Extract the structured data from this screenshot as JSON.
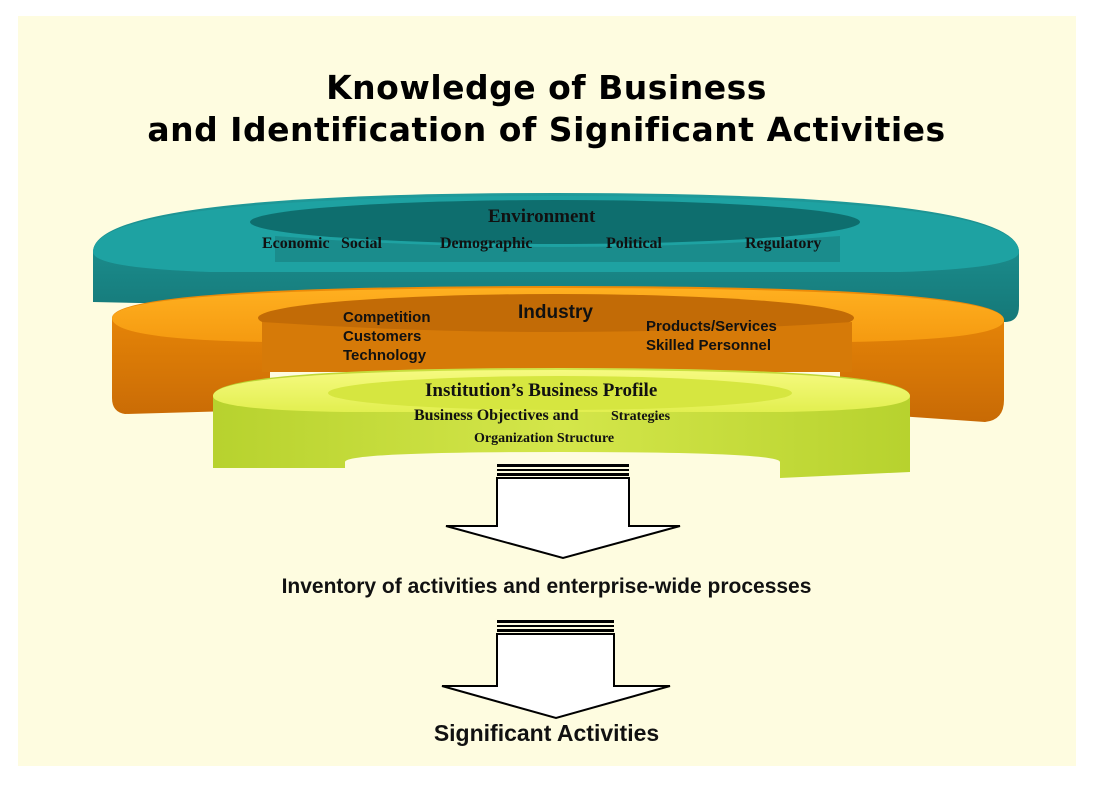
{
  "title": {
    "line1": "Knowledge of Business",
    "line2": "and Identification of Significant Activities"
  },
  "rings": {
    "environment": {
      "title": "Environment",
      "items": [
        "Economic",
        "Social",
        "Demographic",
        "Political",
        "Regulatory"
      ],
      "color": "#1b8f8f"
    },
    "industry": {
      "title": "Industry",
      "left_items": [
        "Competition",
        "Customers",
        "Technology"
      ],
      "right_items": [
        "Products/Services",
        "Skilled Personnel"
      ],
      "color": "#f39200"
    },
    "institution": {
      "title": "Institution’s Business Profile",
      "line1_a": "Business Objectives and",
      "line1_b": "Strategies",
      "line2": "Organization Structure",
      "color": "#c8dc3c"
    }
  },
  "flow": {
    "step1": "Inventory of activities and enterprise-wide processes",
    "step2": "Significant Activities"
  },
  "colors": {
    "background": "#fefce0",
    "environment_ring": "#1b8f8f",
    "industry_ring": "#f39200",
    "institution_ring": "#c8dc3c"
  }
}
